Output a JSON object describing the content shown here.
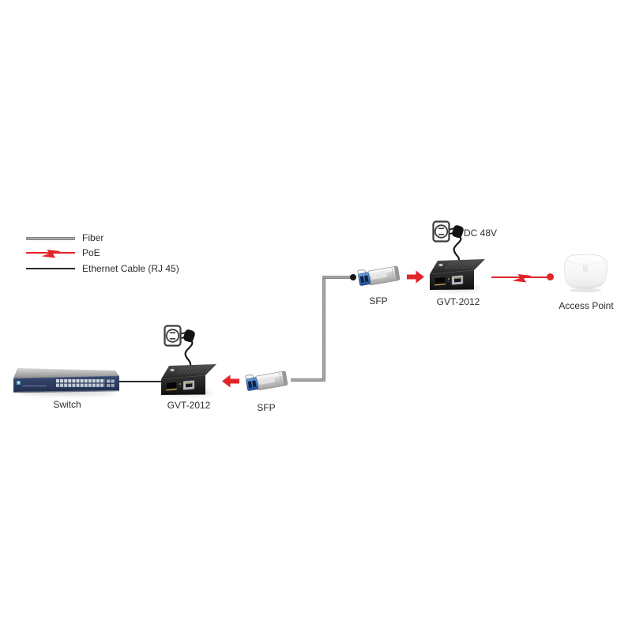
{
  "legend": {
    "items": [
      {
        "id": "fiber",
        "label": "Fiber"
      },
      {
        "id": "poe",
        "label": "PoE"
      },
      {
        "id": "ethernet",
        "label": "Ethernet Cable (RJ 45)"
      }
    ]
  },
  "devices": {
    "switch": {
      "label": "Switch"
    },
    "converter_bottom": {
      "label": "GVT-2012"
    },
    "sfp_bottom": {
      "label": "SFP"
    },
    "sfp_top": {
      "label": "SFP"
    },
    "converter_top": {
      "label": "GVT-2012"
    },
    "access_point": {
      "label": "Access Point"
    },
    "power_top": {
      "label": "DC 48V"
    }
  },
  "connections": [
    {
      "from": "Switch",
      "to": "GVT-2012 (bottom)",
      "type": "ethernet"
    },
    {
      "from": "SFP (bottom)",
      "to": "GVT-2012 (bottom)",
      "type": "arrow-left"
    },
    {
      "from": "SFP (bottom)",
      "to": "SFP (top)",
      "type": "fiber"
    },
    {
      "from": "SFP (top)",
      "to": "GVT-2012 (top)",
      "type": "arrow-right"
    },
    {
      "from": "GVT-2012 (top)",
      "to": "Access Point",
      "type": "poe"
    },
    {
      "from": "Power outlet",
      "to": "GVT-2012 (top)",
      "type": "power-cord"
    },
    {
      "from": "Power outlet",
      "to": "GVT-2012 (bottom)",
      "type": "power-cord"
    }
  ],
  "colors": {
    "fiber": "#8a8a8a",
    "poe": "#e1242a",
    "ethernet": "#2a2a2a",
    "arrow": "#e1242a",
    "text": "#2d2d2d",
    "background": "#ffffff"
  }
}
